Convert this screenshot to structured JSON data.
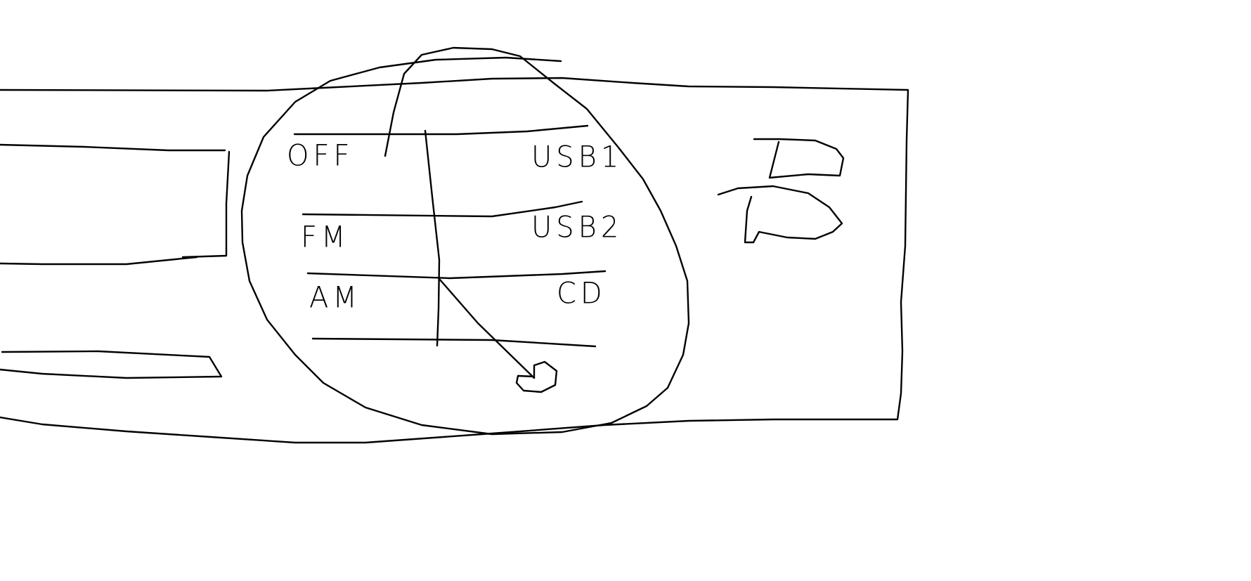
{
  "diagram": {
    "selector_options_left": [
      "OFF",
      "FM",
      "AM"
    ],
    "selector_options_right": [
      "USB1",
      "USB2",
      "CD"
    ],
    "right_symbol": "B",
    "stroke_color": "#000000",
    "background_color": "#ffffff"
  }
}
